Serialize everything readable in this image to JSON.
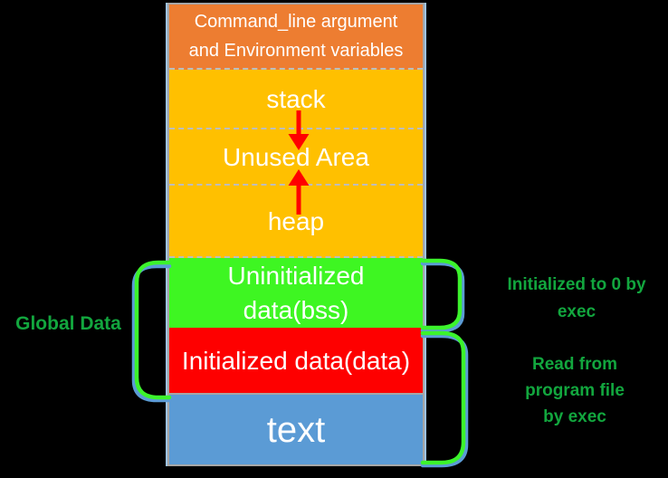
{
  "diagram": {
    "title_hint": "process memory layout",
    "background": "#000000",
    "segments": {
      "cmdline": {
        "label": "Command_line argument\nand Environment variables",
        "color": "#ED7D31"
      },
      "stack": {
        "label": "stack",
        "color": "#FFC000"
      },
      "unused": {
        "label": "Unused Area",
        "color": "#FFC000"
      },
      "heap": {
        "label": "heap",
        "color": "#FFC000"
      },
      "bss": {
        "label": "Uninitialized\ndata(bss)",
        "color": "#3EF622"
      },
      "data": {
        "label": "Initialized data(data)",
        "color": "#FE0000"
      },
      "text": {
        "label": "text",
        "color": "#5B9BD5"
      }
    },
    "annotations": {
      "global_data": "Global Data",
      "bss_note": "Initialized to 0 by\nexec",
      "file_note": "Read from\nprogram file\nby exec"
    },
    "icons": {
      "stack_growth": "red-arrow-down",
      "heap_growth": "red-arrow-up"
    },
    "colors": {
      "segment_label_text": "#FFFFFF",
      "annotation_text": "#12A63E",
      "arrow": "#FF0000",
      "bracket_green": "#3CF32C",
      "bracket_blue": "#5B9BD5",
      "border_gray": "#A6A6A6",
      "border_blue": "#9DC3E6"
    }
  }
}
